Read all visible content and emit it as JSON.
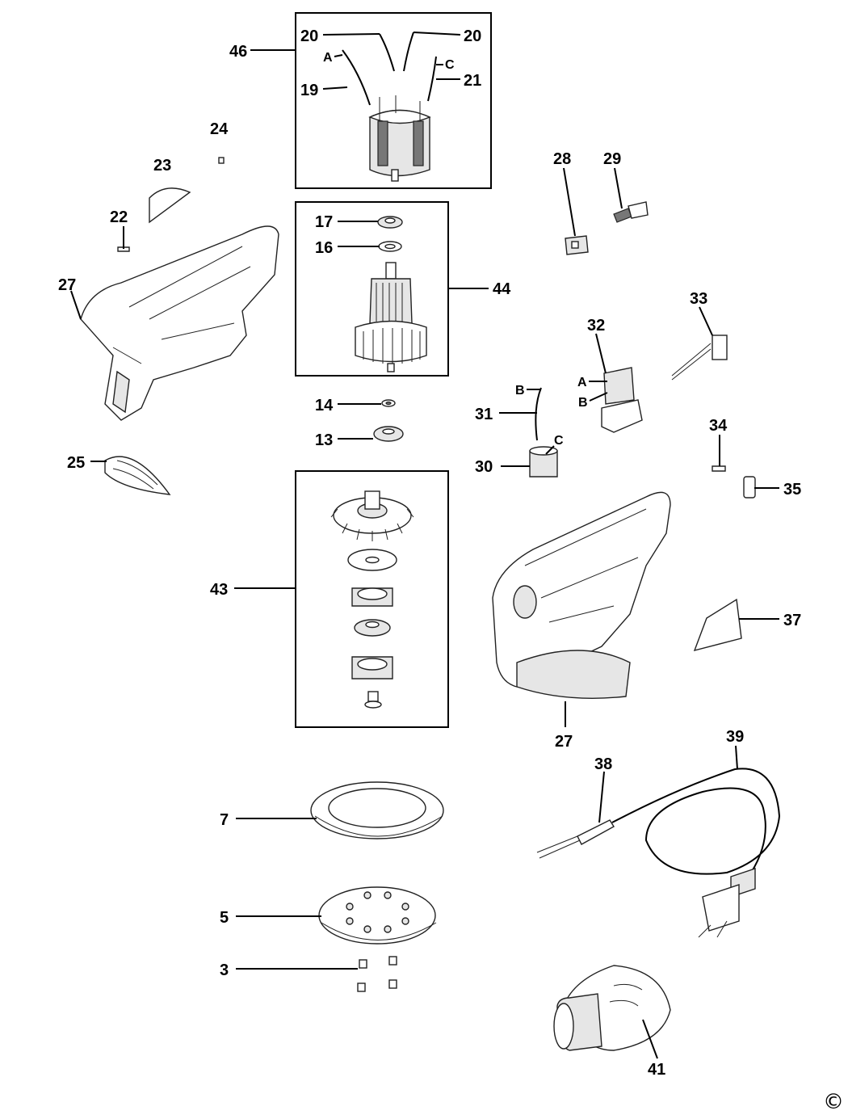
{
  "labels": {
    "p3": "3",
    "p5": "5",
    "p7": "7",
    "p13": "13",
    "p14": "14",
    "p16": "16",
    "p17": "17",
    "p19": "19",
    "p20a": "20",
    "p20b": "20",
    "p21": "21",
    "p22": "22",
    "p23": "23",
    "p24": "24",
    "p25": "25",
    "p27a": "27",
    "p27b": "27",
    "p28": "28",
    "p29": "29",
    "p30": "30",
    "p31": "31",
    "p32": "32",
    "p33": "33",
    "p34": "34",
    "p35": "35",
    "p37": "37",
    "p38": "38",
    "p39": "39",
    "p41": "41",
    "p43": "43",
    "p44": "44",
    "p46": "46"
  },
  "wire_letters": {
    "a_motor": "A",
    "c_motor": "C",
    "b_wire": "B",
    "c_switch": "C",
    "a_switch": "A",
    "b_switch": "B"
  },
  "copyright": "©"
}
